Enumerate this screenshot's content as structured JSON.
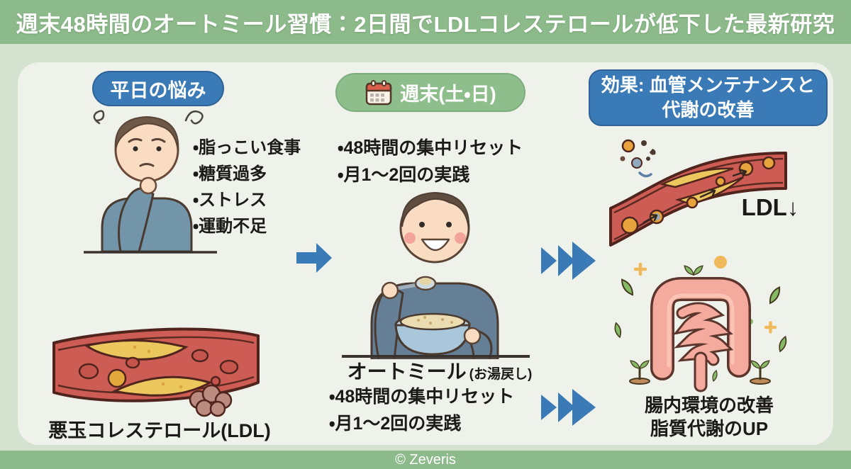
{
  "title": "週末48時間のオートミール習慣：2日間でLDLコレステロールが低下した最新研究",
  "colors": {
    "banner_green": "#8cba8a",
    "background_green": "#d3e3cf",
    "panel": "#eef2eb",
    "accent_blue": "#3a7ab6",
    "badge_green": "#8fbe8d",
    "text": "#1c1a18"
  },
  "icons": {
    "calendar": "calendar-icon",
    "arrow": "arrow-right-icon",
    "fast_forward": "fast-forward-icon"
  },
  "left_column": {
    "badge_label": "平日の悩み",
    "worry_items": [
      "・脂っこい食事",
      "・糖質過多",
      "・ストレス",
      "・運動不足"
    ],
    "artery_caption": "悪玉コレステロール(LDL)"
  },
  "middle_column": {
    "badge_label": "週末(土・日)",
    "top_points": [
      "・48時間の集中リセット",
      "・月1〜2回の実践"
    ],
    "meal_label": "オートミール",
    "meal_note": "(お湯戻し)",
    "bottom_points": [
      "・48時間の集中リセット",
      "・月1〜2回の実践"
    ]
  },
  "right_column": {
    "badge_line1": "効果: 血管メンテナンスと",
    "badge_line2": "代謝の改善",
    "vessel_result": "LDL↓",
    "gut_result_line1": "腸内環境の改善",
    "gut_result_line2": "脂質代謝のUP"
  },
  "footer": {
    "copyright": "© Zeveris"
  }
}
